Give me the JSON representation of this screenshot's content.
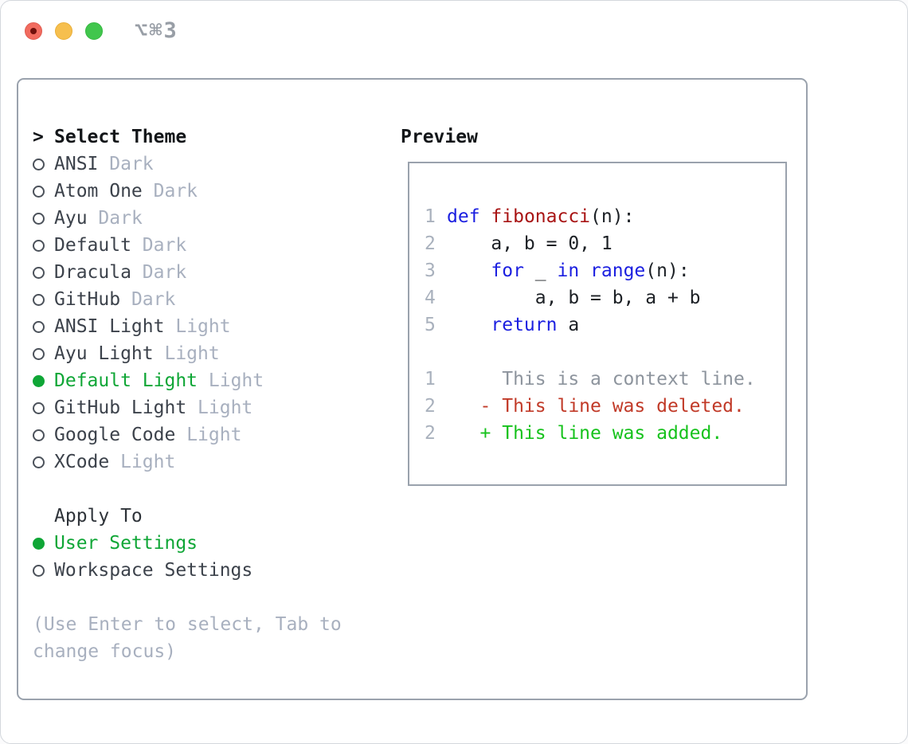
{
  "titlebar": {
    "shortcut": "⌥⌘3"
  },
  "theme_select": {
    "pointer": ">",
    "header": "Select Theme",
    "items": [
      {
        "label": "ANSI",
        "variant": "Dark",
        "selected": false
      },
      {
        "label": "Atom One",
        "variant": "Dark",
        "selected": false
      },
      {
        "label": "Ayu",
        "variant": "Dark",
        "selected": false
      },
      {
        "label": "Default",
        "variant": "Dark",
        "selected": false
      },
      {
        "label": "Dracula",
        "variant": "Dark",
        "selected": false
      },
      {
        "label": "GitHub",
        "variant": "Dark",
        "selected": false
      },
      {
        "label": "ANSI Light",
        "variant": "Light",
        "selected": false
      },
      {
        "label": "Ayu Light",
        "variant": "Light",
        "selected": false
      },
      {
        "label": "Default Light",
        "variant": "Light",
        "selected": true
      },
      {
        "label": "GitHub Light",
        "variant": "Light",
        "selected": false
      },
      {
        "label": "Google Code",
        "variant": "Light",
        "selected": false
      },
      {
        "label": "XCode",
        "variant": "Light",
        "selected": false
      }
    ]
  },
  "apply_to": {
    "header": "Apply To",
    "options": [
      {
        "label": "User Settings",
        "selected": true
      },
      {
        "label": "Workspace Settings",
        "selected": false
      }
    ]
  },
  "help": "(Use Enter to select, Tab to change focus)",
  "preview": {
    "header": "Preview",
    "code_lines": [
      {
        "num": "1",
        "segments": [
          {
            "cls": "kw",
            "text": "def"
          },
          {
            "cls": "pl",
            "text": " "
          },
          {
            "cls": "fn",
            "text": "fibonacci"
          },
          {
            "cls": "pl",
            "text": "(n):"
          }
        ]
      },
      {
        "num": "2",
        "segments": [
          {
            "cls": "pl",
            "text": "    a, b = 0, 1"
          }
        ]
      },
      {
        "num": "3",
        "segments": [
          {
            "cls": "pl",
            "text": "    "
          },
          {
            "cls": "kw",
            "text": "for"
          },
          {
            "cls": "pl",
            "text": " _ "
          },
          {
            "cls": "kw",
            "text": "in"
          },
          {
            "cls": "pl",
            "text": " "
          },
          {
            "cls": "kw",
            "text": "range"
          },
          {
            "cls": "pl",
            "text": "(n):"
          }
        ]
      },
      {
        "num": "4",
        "segments": [
          {
            "cls": "pl",
            "text": "        a, b = b, a + b"
          }
        ]
      },
      {
        "num": "5",
        "segments": [
          {
            "cls": "pl",
            "text": "    "
          },
          {
            "cls": "kw",
            "text": "return"
          },
          {
            "cls": "pl",
            "text": " a"
          }
        ]
      }
    ],
    "diff_lines": [
      {
        "num": "1",
        "segments": [
          {
            "cls": "ctx",
            "text": "     This is a context line."
          }
        ]
      },
      {
        "num": "2",
        "segments": [
          {
            "cls": "del",
            "text": "   - This line was deleted."
          }
        ]
      },
      {
        "num": "2",
        "segments": [
          {
            "cls": "add",
            "text": "   + This line was added."
          }
        ]
      }
    ]
  },
  "colors": {
    "accent_green": "#0fa636",
    "added_green": "#16c21c",
    "deleted_red": "#c13a28",
    "keyword_blue": "#1b1fe0",
    "function_red": "#a81414",
    "muted_gray": "#a8b0bf",
    "border_gray": "#9aa2ad",
    "traffic_red": "#f16b5f",
    "traffic_yellow": "#f6bf4e",
    "traffic_green": "#41c64d"
  }
}
